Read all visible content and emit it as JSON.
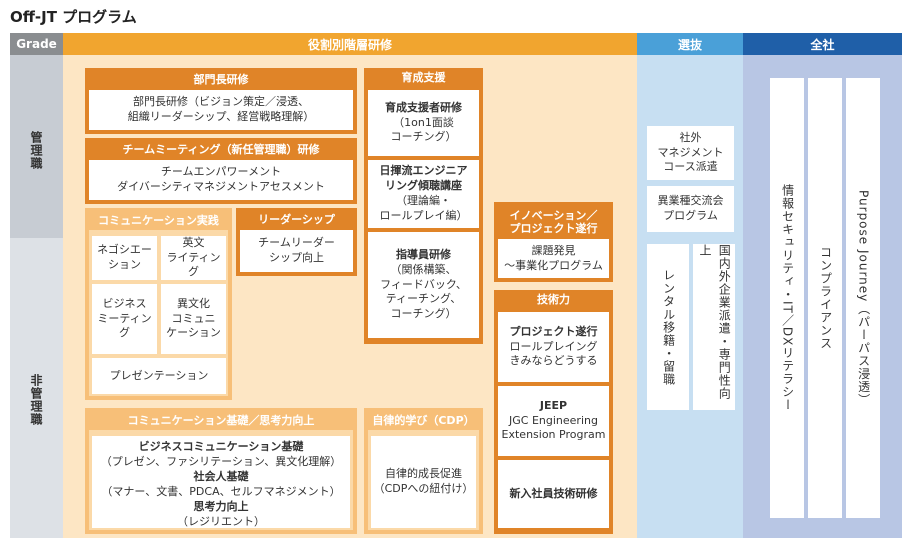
{
  "title": "Off-JT プログラム",
  "headers": {
    "grade": "Grade",
    "role": "役割別階層研修",
    "selection": "選抜",
    "company": "全社"
  },
  "grades": {
    "management": "管理職",
    "non_management": "非管理職"
  },
  "programs": {
    "bumoncho": {
      "head": "部門長研修",
      "body": "部門長研修（ビジョン策定／浸透、\n組織リーダーシップ、経営戦略理解）"
    },
    "team_meeting": {
      "head": "チームミーティング（新任管理職）研修",
      "body": "チームエンパワーメント\nダイバーシティマネジメントアセスメント"
    },
    "comm_practice": {
      "head": "コミュニケーション実践",
      "cells": [
        "ネゴシエー\nション",
        "英文\nライティング",
        "ビジネス\nミーティング",
        "異文化\nコミュニ\nケーション",
        "プレゼンテーション"
      ]
    },
    "leadership": {
      "head": "リーダーシップ",
      "body": "チームリーダー\nシップ向上"
    },
    "comm_basic": {
      "head": "コミュニケーション基礎／思考力向上",
      "t1": "ビジネスコミュニケーション基礎",
      "d1": "（プレゼン、ファシリテーション、異文化理解）",
      "t2": "社会人基礎",
      "d2": "（マナー、文書、PDCA、セルフマネジメント）",
      "t3": "思考力向上",
      "d3": "（レジリエント）"
    },
    "development": {
      "head": "育成支援",
      "c1_title": "育成支援者研修",
      "c1_body": "（1on1面談\nコーチング）",
      "c2_title": "日揮流エンジニア\nリング傾聴講座",
      "c2_body": "（理論編・\nロールプレイ編）",
      "c3_title": "指導員研修",
      "c3_body": "（関係構築、\nフィードバック、\nティーチング、\nコーチング）"
    },
    "cdp": {
      "head": "自律的学び（CDP）",
      "body": "自律的成長促進\n（CDPへの紐付け）"
    },
    "innovation": {
      "head": "イノベーション／\nプロジェクト遂行",
      "body": "課題発見\n～事業化プログラム"
    },
    "tech": {
      "head": "技術力",
      "c1_title": "プロジェクト遂行",
      "c1_body": "ロールプレイング\nきみならどうする",
      "c2_title": "JEEP",
      "c2_body": "JGC Engineering\nExtension Program",
      "c3_title": "新入社員技術研修"
    }
  },
  "selection": {
    "item1": "社外\nマネジメント\nコース派遣",
    "item2": "異業種交流会\nプログラム",
    "item3": "レンタル移籍・留職",
    "item4": "国内外企業派遣・専門性向上"
  },
  "company": {
    "item1": "情報セキュリティ・IT／DXリテラシー",
    "item2": "コンプライアンス",
    "item3": "Purpose Journey（パーパス浸透）"
  },
  "colors": {
    "grade_header": "#8a8d90",
    "role_header": "#f1a52f",
    "selection_header": "#4aa0d8",
    "company_header": "#1f5fa8",
    "grade_bg_top": "#c7ccd3",
    "grade_bg_bottom": "#dde1e6",
    "role_bg": "#fde6c4",
    "selection_bg": "#c7dff2",
    "company_bg": "#b8c6e4",
    "orange": "#e08428",
    "light_orange": "#f7bf78"
  }
}
